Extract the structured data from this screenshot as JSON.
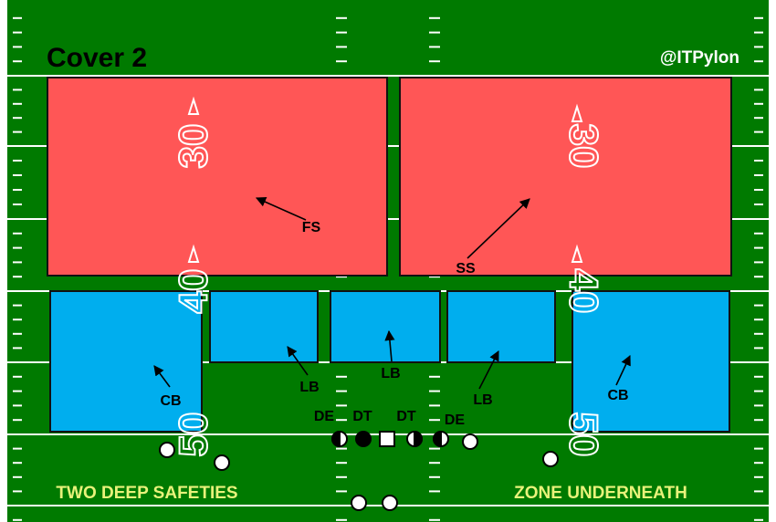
{
  "title": "Cover 2",
  "handle": "@ITPylon",
  "captions": {
    "left": "TWO DEEP SAFETIES",
    "right": "ZONE UNDERNEATH"
  },
  "yard_numbers": {
    "top_left": "30",
    "top_right": "30",
    "mid_left": "40",
    "mid_right": "40",
    "bottom_left": "50",
    "bottom_right": "50"
  },
  "players": {
    "fs": "FS",
    "ss": "SS",
    "lb_left": "LB",
    "lb_middle": "LB",
    "lb_right": "LB",
    "cb_left": "CB",
    "cb_right": "CB",
    "de_left": "DE",
    "dt_left": "DT",
    "dt_right": "DT",
    "de_right": "DE"
  },
  "colors": {
    "field": "#007a00",
    "deep_zone": "#ff5656",
    "underneath_zone": "#00aeee",
    "lines": "#ffffff",
    "caption_text": "#e8f27a",
    "label_text": "#000000"
  }
}
